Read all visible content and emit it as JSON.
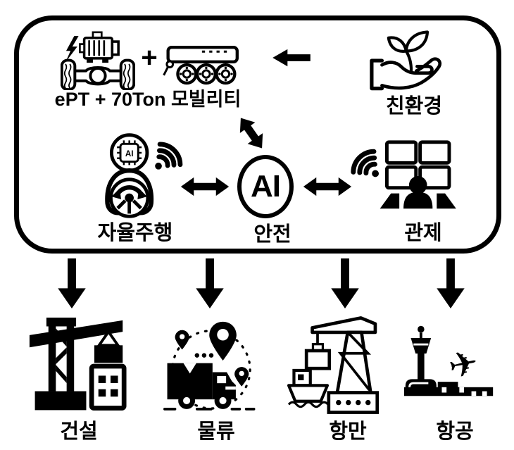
{
  "page": {
    "background": "#ffffff",
    "ink": "#000000"
  },
  "core_box": {
    "mobility": {
      "icon": "electric-powertrain-icon",
      "plus_sign": "+",
      "trailer_icon": "trailer-70ton-icon",
      "label": "ePT + 70Ton 모빌리티"
    },
    "eco": {
      "icon": "hand-sprout-icon",
      "label": "친환경"
    },
    "ai_hub": {
      "circle_text": "AI",
      "label": "안전"
    },
    "autonomous": {
      "icon": "driver-ai-chip-icon",
      "wifi_icon": "wifi-icon",
      "chip_text": "AI",
      "label": "자율주행"
    },
    "control": {
      "icon": "operator-monitors-icon",
      "wifi_icon": "wifi-icon",
      "label": "관제"
    },
    "connections": {
      "eco_to_mobility": "left-arrow",
      "mobility_ai": "diagonal-double-arrow",
      "autonomous_ai": "horizontal-double-arrow",
      "control_ai": "horizontal-double-arrow"
    }
  },
  "sectors": [
    {
      "label": "건설",
      "icon": "construction-crane-icon"
    },
    {
      "label": "물류",
      "icon": "logistics-truck-icon"
    },
    {
      "label": "항만",
      "icon": "port-crane-ship-icon"
    },
    {
      "label": "항공",
      "icon": "airport-tower-plane-icon",
      "plane_glyph": "✈"
    }
  ]
}
